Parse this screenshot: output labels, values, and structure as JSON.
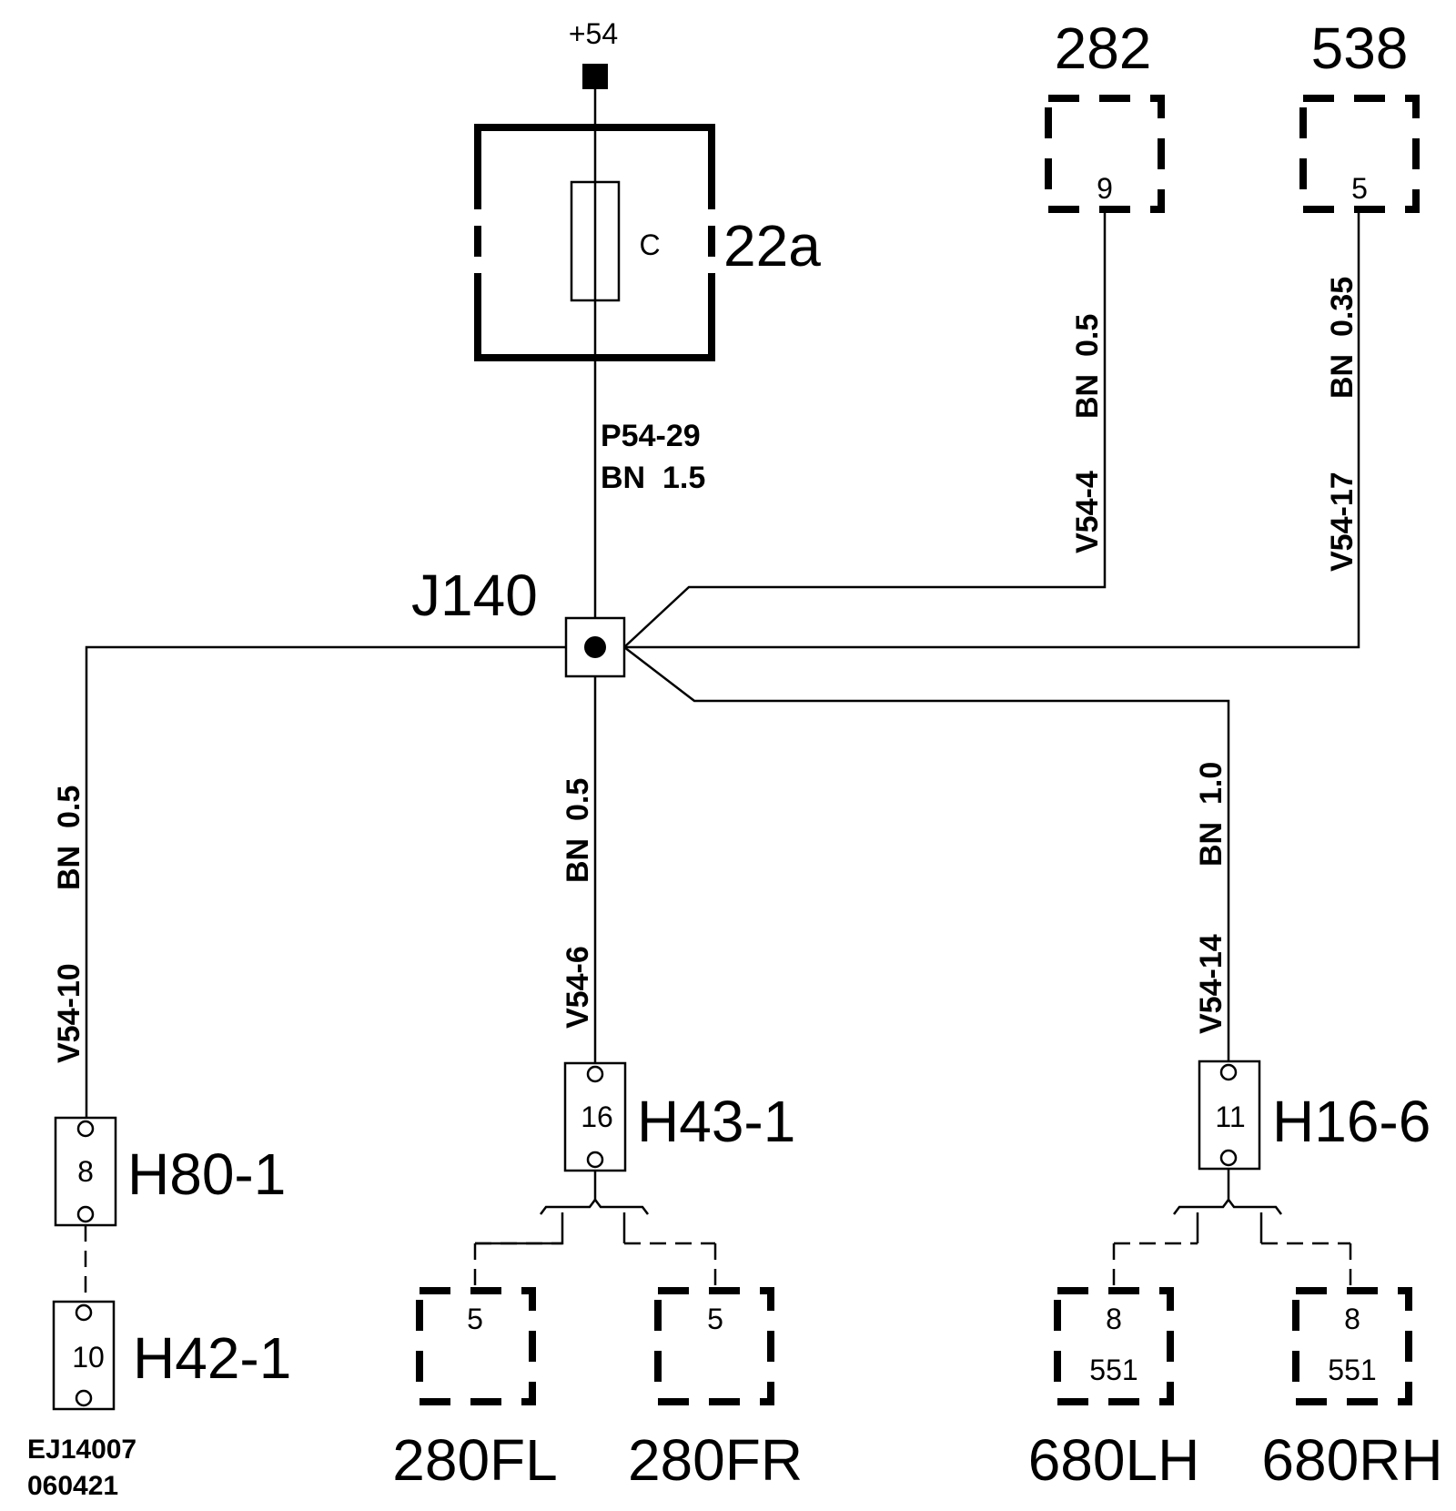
{
  "supply": {
    "label": "+54"
  },
  "fuse": {
    "id": "22a",
    "letter": "C"
  },
  "feed_wire": {
    "id": "P54-29",
    "spec": "BN  1.5"
  },
  "junction": {
    "id": "J140"
  },
  "ecus": [
    {
      "id": "282",
      "pin": "9",
      "wire_id": "V54-4",
      "wire_spec": "BN  0.5"
    },
    {
      "id": "538",
      "pin": "5",
      "wire_id": "V54-17",
      "wire_spec": "BN  0.35"
    }
  ],
  "branches": [
    {
      "wire_id": "V54-10",
      "wire_spec": "BN  0.5",
      "connector": "H80-1",
      "connector_pin": "8"
    },
    {
      "wire_id": "V54-6",
      "wire_spec": "BN  0.5",
      "connector": "H43-1",
      "connector_pin": "16"
    },
    {
      "wire_id": "V54-14",
      "wire_spec": "BN  1.0",
      "connector": "H16-6",
      "connector_pin": "11"
    }
  ],
  "extra_connector": {
    "id": "H42-1",
    "pin": "10"
  },
  "loads": [
    {
      "id": "280FL",
      "pin": "5"
    },
    {
      "id": "280FR",
      "pin": "5"
    },
    {
      "id": "680LH",
      "pin": "8",
      "sub": "551"
    },
    {
      "id": "680RH",
      "pin": "8",
      "sub": "551"
    }
  ],
  "drawing_code": [
    "EJ14007",
    "060421"
  ]
}
